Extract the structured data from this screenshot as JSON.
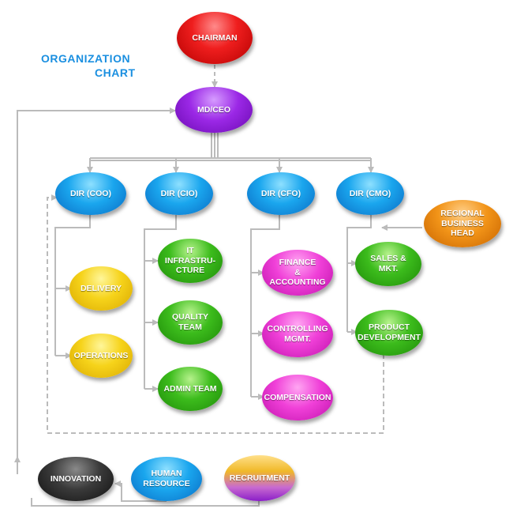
{
  "title": {
    "line1": "ORGANIZATION",
    "line2": "CHART"
  },
  "nodes": {
    "chairman": "CHAIRMAN",
    "md_ceo": "MD/CEO",
    "dir_coo": "DIR (COO)",
    "dir_cio": "DIR (CIO)",
    "dir_cfo": "DIR (CFO)",
    "dir_cmo": "DIR (CMO)",
    "regional_business_head": "REGIONAL\nBUSINESS\nHEAD",
    "delivery": "DELIVERY",
    "operations": "OPERATIONS",
    "it_infrastructure": "IT\nINFRASTRU-\nCTURE",
    "quality_team": "QUALITY TEAM",
    "admin_team": "ADMIN TEAM",
    "finance_accounting": "FINANCE\n&\nACCOUNTING",
    "controlling_mgmt": "CONTROLLING\nMGMT.",
    "compensation": "COMPENSATION",
    "sales_mkt": "SALES & MKT.",
    "product_development": "PRODUCT\nDEVELOPMENT",
    "innovation": "INNOVATION",
    "human_resource": "HUMAN\nRESOURCE",
    "recruitment": "RECRUITMENT"
  },
  "colors": {
    "title": "#1a8fe0",
    "connector": "#bbbbbb",
    "chairman": "red",
    "md_ceo": "purple",
    "directors": "blue",
    "coo_units": "yellow",
    "cio_units": "green",
    "cfo_units": "magenta",
    "cmo_units": "green",
    "regional_business_head": "orange",
    "innovation": "black",
    "human_resource": "blue",
    "recruitment": "gold-purple"
  }
}
